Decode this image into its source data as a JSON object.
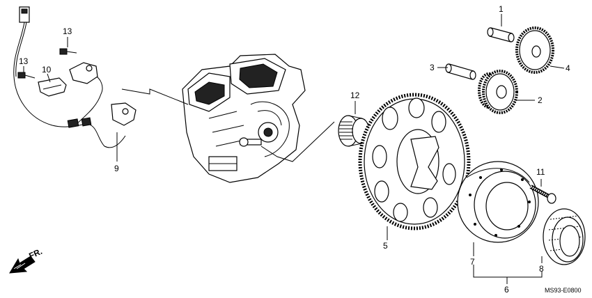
{
  "diagram": {
    "labels": {
      "p1": "1",
      "p2": "2",
      "p3": "3",
      "p4": "4",
      "p5": "5",
      "p6": "6",
      "p7": "7",
      "p8": "8",
      "p9": "9",
      "p10": "10",
      "p11": "11",
      "p12": "12",
      "p13a": "13",
      "p13b": "13"
    },
    "front_marker": "FR.",
    "drawing_code": "MS93-E0800"
  }
}
